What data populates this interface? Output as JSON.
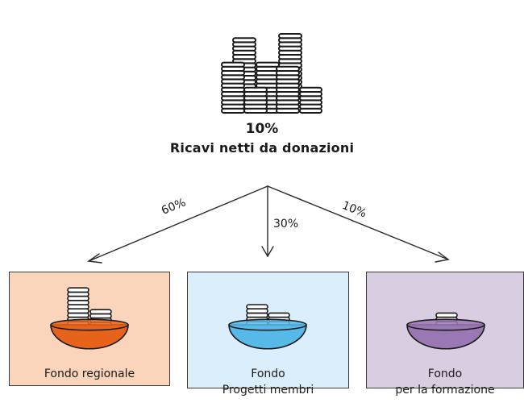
{
  "source": {
    "percent": "10%",
    "label": "Ricavi netti da donazioni"
  },
  "splits": [
    {
      "percent": "60%"
    },
    {
      "percent": "30%"
    },
    {
      "percent": "10%"
    }
  ],
  "funds": [
    {
      "line1": "Fondo regionale",
      "line2": "",
      "color": "#fbd5bb",
      "bowl": "#e8631a"
    },
    {
      "line1": "Fondo",
      "line2": "Progetti membri",
      "color": "#dbeefb",
      "bowl": "#56b9e8"
    },
    {
      "line1": "Fondo",
      "line2": "per la formazione",
      "color": "#d9cde2",
      "bowl": "#9a78b4"
    }
  ]
}
